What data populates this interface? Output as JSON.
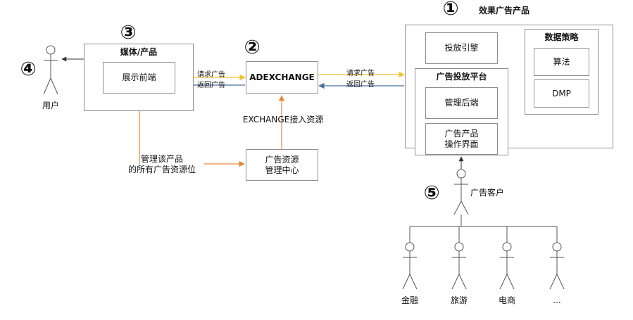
{
  "markers": {
    "m1": "①",
    "m2": "②",
    "m3": "③",
    "m4": "④",
    "m5": "⑤"
  },
  "labels": {
    "effect_ad_product": "效果广告产品",
    "media_product": "媒体/产品",
    "frontend": "展示前端",
    "user": "用户",
    "adexchange": "ADEXCHANGE",
    "request_ad_left": "请求广告",
    "return_ad_left": "返回广告",
    "request_ad_right": "请求广告",
    "return_ad_right": "返回广告",
    "exchange_access": "EXCHANGE接入资源",
    "ad_resource_center": "广告资源\n管理中心",
    "manage_positions": "管理该产品\n的所有广告资源位",
    "delivery_engine": "投放引擎",
    "data_strategy": "数据策略",
    "algorithm": "算法",
    "dmp": "DMP",
    "delivery_platform": "广告投放平台",
    "mgmt_backend": "管理后端",
    "operation_ui": "广告产品\n操作界面",
    "advertiser": "广告客户",
    "finance": "金融",
    "travel": "旅游",
    "ecommerce": "电商",
    "more": "..."
  },
  "colors": {
    "orange": "#e6873a",
    "blue": "#4a6fa0",
    "yellow": "#f2c12e",
    "line": "#8f8f8f",
    "dark": "#333333"
  }
}
